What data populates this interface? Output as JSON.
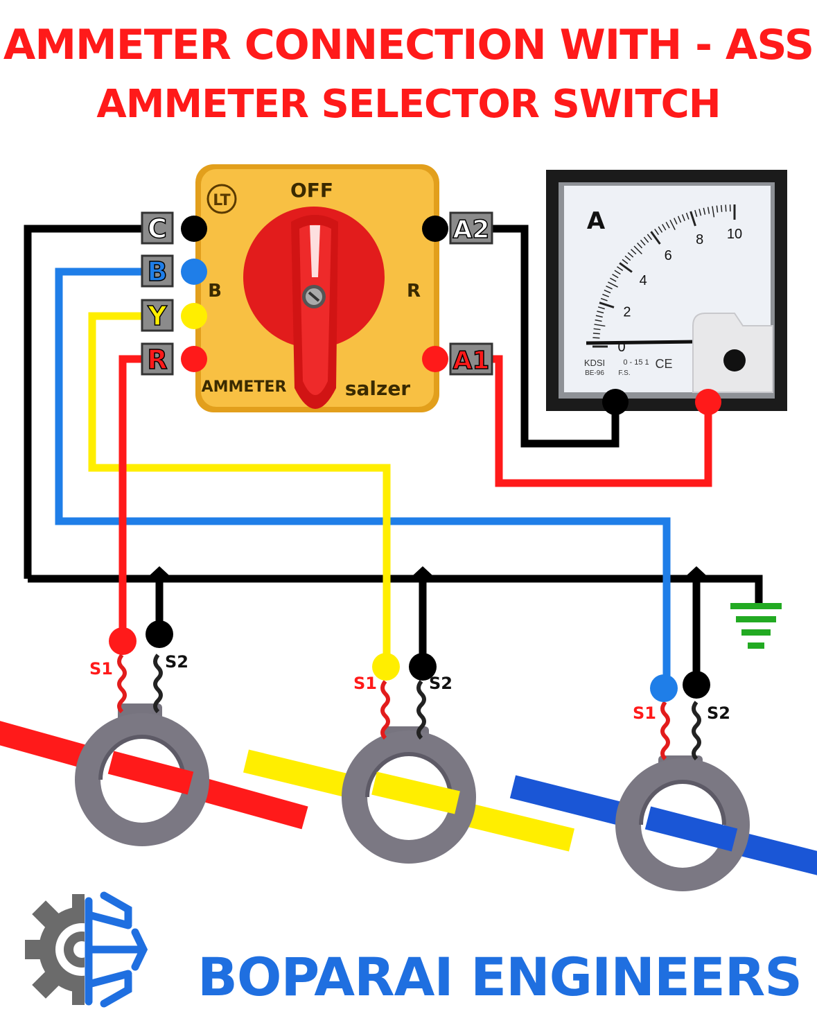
{
  "title": {
    "line1": "AMMETER CONNECTION WITH - ASS",
    "line2": "AMMETER SELECTOR SWITCH"
  },
  "switch": {
    "top_label": "OFF",
    "left_label": "B",
    "right_label": "R",
    "bottom_left": "AMMETER",
    "brand": "salzer",
    "logo_text": "LT",
    "terminals": {
      "c": "C",
      "b": "B",
      "y": "Y",
      "r": "R",
      "a2": "A2",
      "a1": "A1"
    }
  },
  "ammeter": {
    "unit": "A",
    "scale": [
      "0",
      "2",
      "4",
      "6",
      "8",
      "10"
    ],
    "maker": "KDSI",
    "model": "BE-96",
    "spec": "0 - 15 1",
    "fs": "F.S.",
    "ce": "CE"
  },
  "ct": [
    {
      "s1": "S1",
      "s2": "S2"
    },
    {
      "s1": "S1",
      "s2": "S2"
    },
    {
      "s1": "S1",
      "s2": "S2"
    }
  ],
  "colors": {
    "red": "#ff1a1a",
    "yellow": "#ffee00",
    "blue": "#1f7ee8",
    "black": "#000000",
    "ground": "#22aa22",
    "switch_body": "#f5b83a",
    "knob": "#e21c1c"
  },
  "brand": "BOPARAI ENGINEERS"
}
